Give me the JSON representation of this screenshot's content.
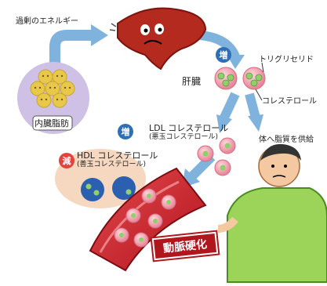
{
  "labels": {
    "excess_energy": "過剰のエネルギー",
    "liver": "肝臓",
    "visceral_fat": "内臓脂肪",
    "triglyceride": "トリグリセリド",
    "cholesterol": "コレステロール",
    "supply_fat": "体へ脂質を供給",
    "ldl": "LDL コレステロール",
    "ldl_sub": "(悪玉コレステロール)",
    "hdl": "HDL コレステロール",
    "hdl_sub": "(善玉コレステロール)",
    "arteriosclerosis": "動脈硬化"
  },
  "badges": {
    "increase": "増",
    "decrease": "減"
  },
  "colors": {
    "arrow": "#7fb2dd",
    "liver": "#b52a1f",
    "fat_blob": "#e8c84a",
    "visceral_bg": "#cfc0e6",
    "particle": "#f08a9a",
    "particle_core": "#8fd06a",
    "hdl_particle": "#2b5fb0",
    "vessel": "#c61f28",
    "hdl_bubble": "#f6d7bf",
    "sclerosis": "#b0171d"
  }
}
